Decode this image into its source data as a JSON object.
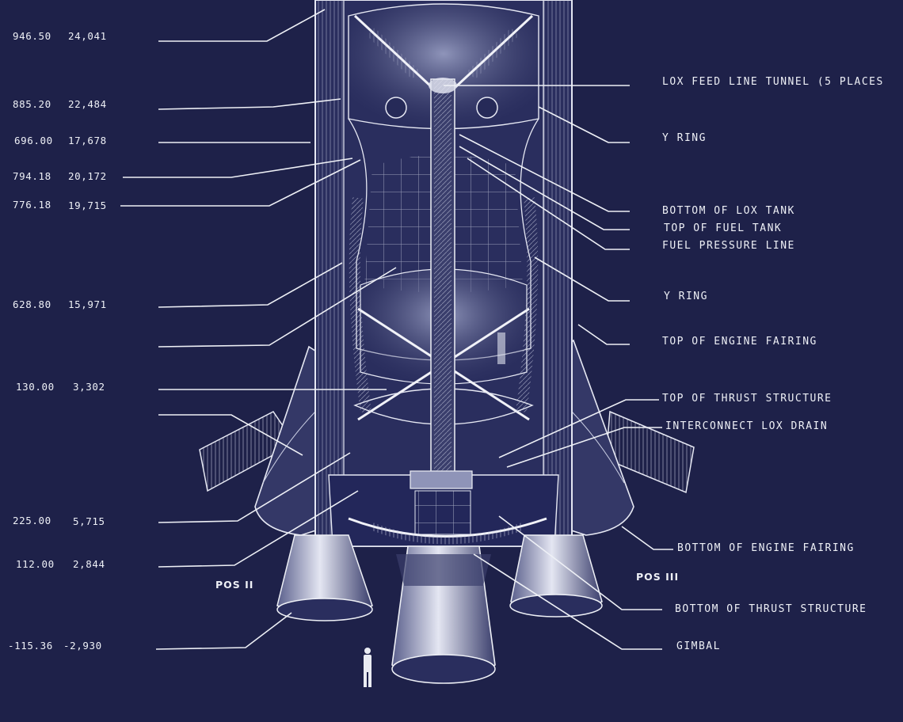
{
  "colors": {
    "background": "#1e2149",
    "ink": "#eef0f6"
  },
  "stations": [
    {
      "inches": "946.50",
      "cm": "24,041"
    },
    {
      "inches": "885.20",
      "cm": "22,484"
    },
    {
      "inches": "696.00",
      "cm": "17,678"
    },
    {
      "inches": "794.18",
      "cm": "20,172"
    },
    {
      "inches": "776.18",
      "cm": "19,715"
    },
    {
      "inches": "628.80",
      "cm": "15,971"
    },
    {
      "inches": "130.00",
      "cm": "3,302"
    },
    {
      "inches": "225.00",
      "cm": "5,715"
    },
    {
      "inches": "112.00",
      "cm": "2,844"
    },
    {
      "inches": "-115.36",
      "cm": "-2,930"
    }
  ],
  "labels": [
    "LOX FEED LINE TUNNEL (5 PLACES",
    "Y RING",
    "BOTTOM OF LOX TANK",
    "TOP OF FUEL TANK",
    "FUEL PRESSURE LINE",
    "Y RING",
    "TOP OF ENGINE FAIRING",
    "TOP OF THRUST STRUCTURE",
    "INTERCONNECT LOX DRAIN",
    "BOTTOM OF ENGINE FAIRING",
    "BOTTOM OF THRUST STRUCTURE",
    "GIMBAL"
  ],
  "positions": [
    "POS II",
    "POS III"
  ]
}
